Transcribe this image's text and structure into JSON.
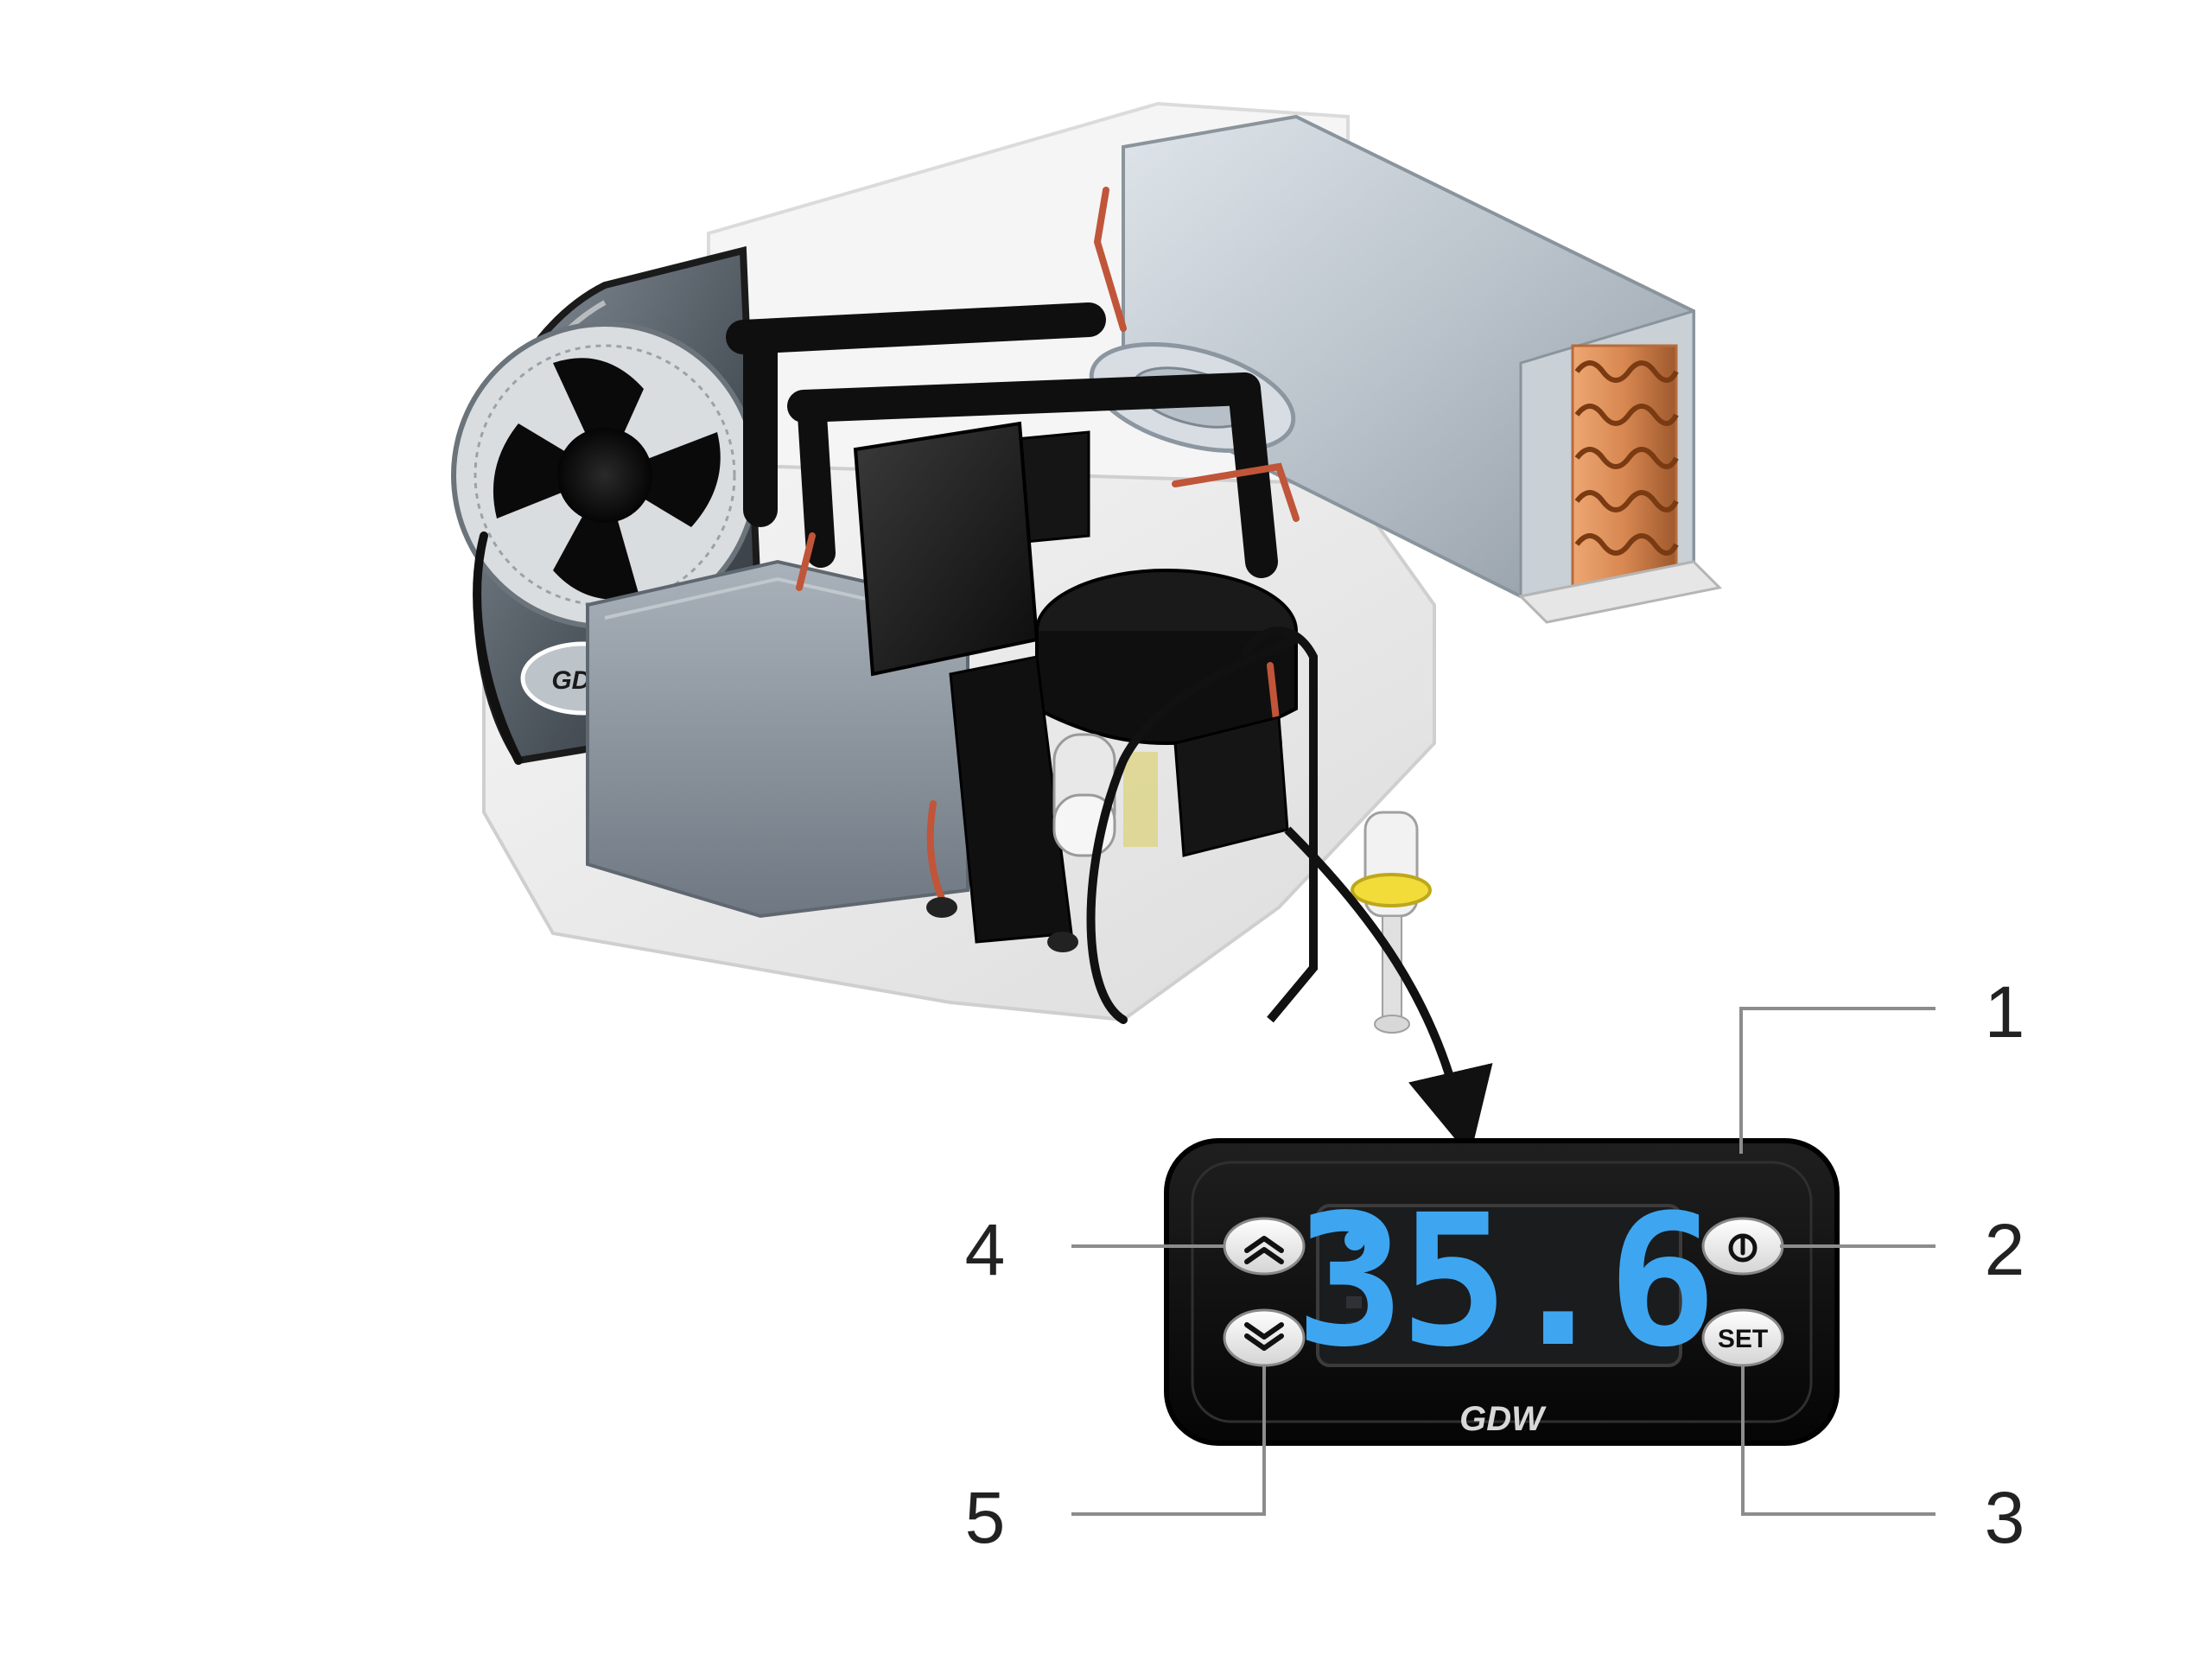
{
  "callouts": [
    {
      "id": "1",
      "label": "1"
    },
    {
      "id": "2",
      "label": "2"
    },
    {
      "id": "3",
      "label": "3"
    },
    {
      "id": "4",
      "label": "4"
    },
    {
      "id": "5",
      "label": "5"
    }
  ],
  "controller": {
    "display_value": "35.6",
    "buttons": {
      "up_icon": "double-chevron-up-icon",
      "down_icon": "double-chevron-down-icon",
      "power_icon": "power-icon",
      "set_label": "SET"
    },
    "logo_text": "GDW"
  },
  "unit": {
    "logo_text": "GDW"
  },
  "colors": {
    "display_digits": "#3ea6f0",
    "controller_body": "#0c0c0c",
    "copper_coil": "#d9844a",
    "callout_line": "#8c8c8c",
    "yellow_clamp": "#f2dc3a"
  }
}
